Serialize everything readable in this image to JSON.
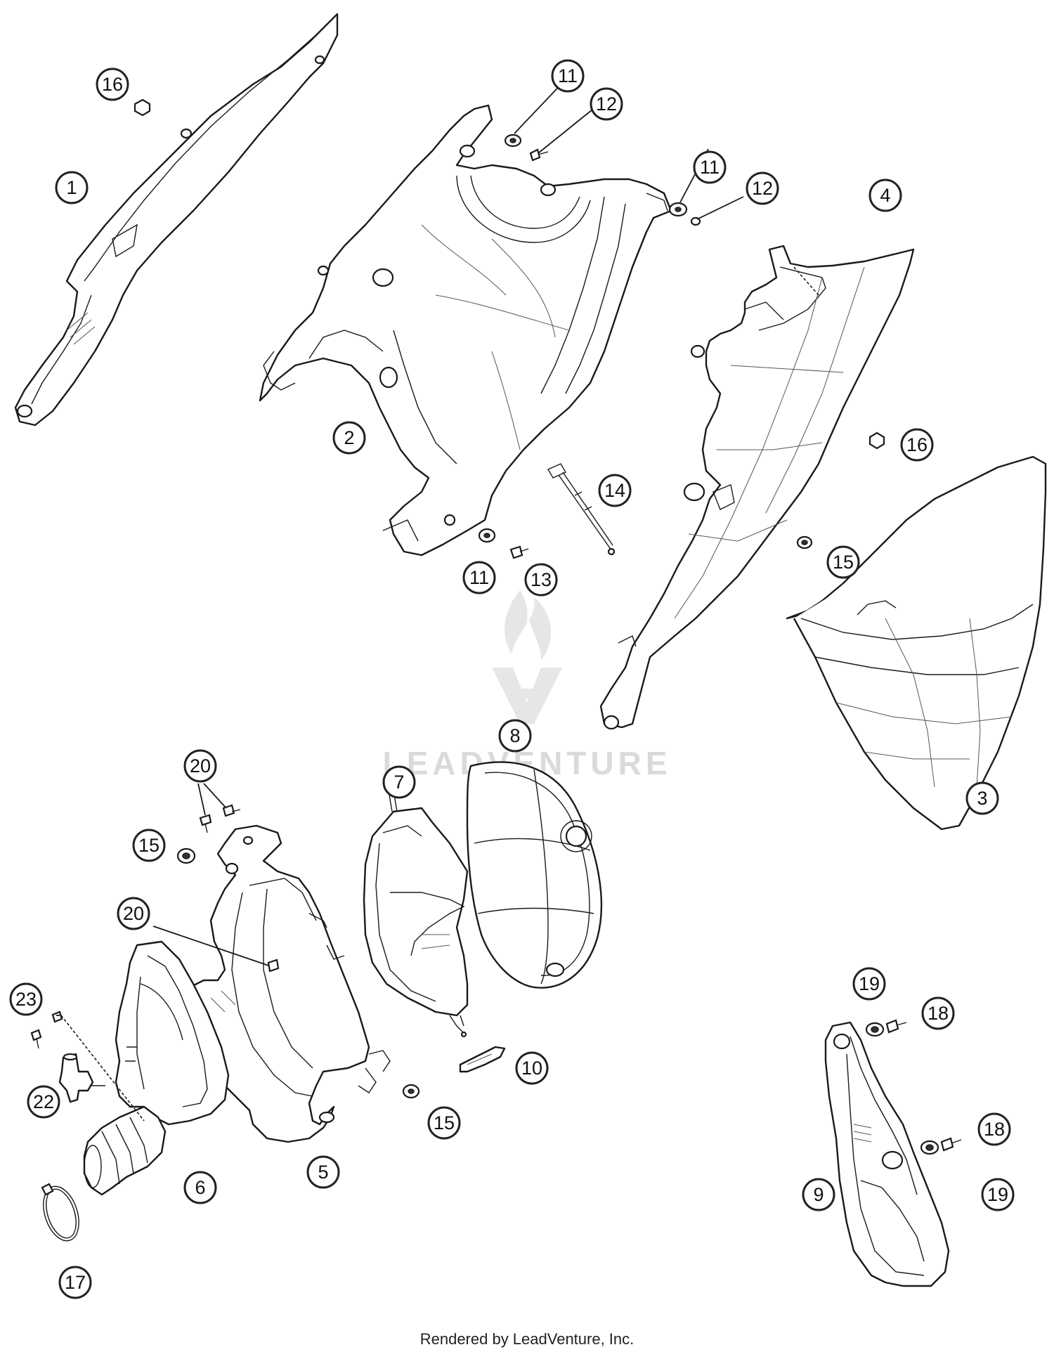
{
  "callouts": [
    {
      "label": "1"
    },
    {
      "label": "2"
    },
    {
      "label": "3"
    },
    {
      "label": "4"
    },
    {
      "label": "5"
    },
    {
      "label": "6"
    },
    {
      "label": "7"
    },
    {
      "label": "8"
    },
    {
      "label": "9"
    },
    {
      "label": "10"
    },
    {
      "label": "11"
    },
    {
      "label": "11"
    },
    {
      "label": "11"
    },
    {
      "label": "12"
    },
    {
      "label": "12"
    },
    {
      "label": "13"
    },
    {
      "label": "14"
    },
    {
      "label": "15"
    },
    {
      "label": "15"
    },
    {
      "label": "15"
    },
    {
      "label": "16"
    },
    {
      "label": "16"
    },
    {
      "label": "17"
    },
    {
      "label": "18"
    },
    {
      "label": "18"
    },
    {
      "label": "19"
    },
    {
      "label": "19"
    },
    {
      "label": "20"
    },
    {
      "label": "20"
    },
    {
      "label": "22"
    },
    {
      "label": "23"
    }
  ],
  "watermark": {
    "text": "LEADVENTURE"
  },
  "footer": {
    "text": "Rendered by LeadVenture, Inc."
  }
}
